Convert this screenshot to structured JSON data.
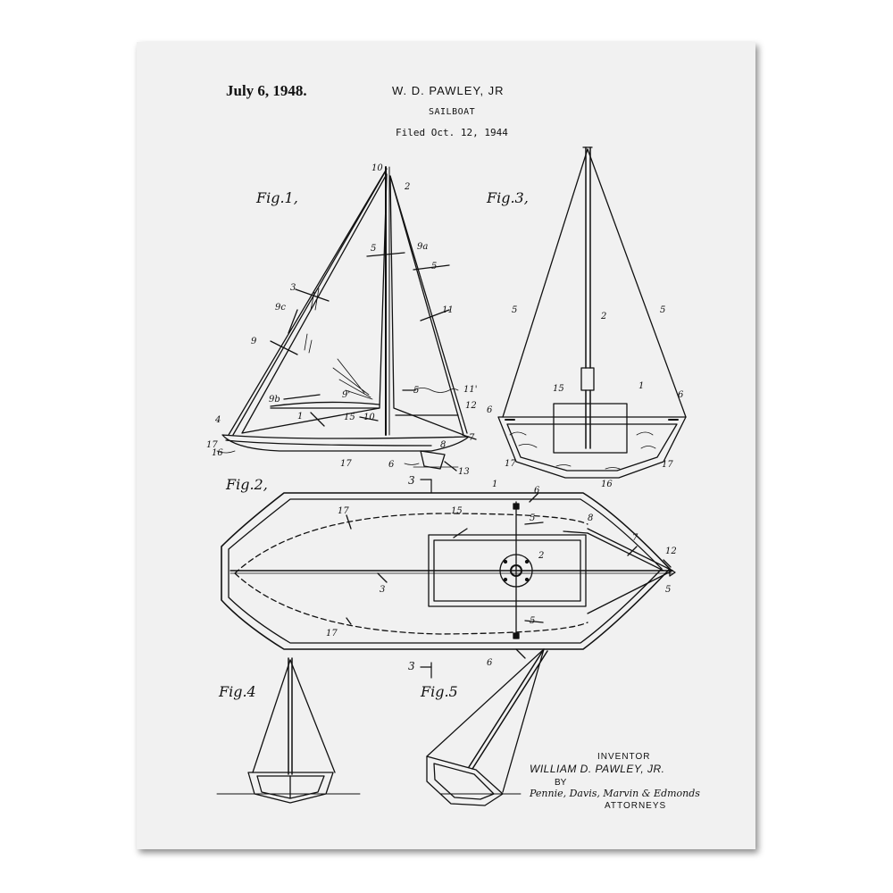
{
  "header": {
    "date": "July 6, 1948.",
    "inventor_name": "W. D. PAWLEY, JR",
    "title": "SAILBOAT",
    "filed": "Filed Oct. 12, 1944"
  },
  "figures": {
    "fig1": "Fig.1,",
    "fig2": "Fig.2,",
    "fig3": "Fig.3,",
    "fig4": "Fig.4",
    "fig5": "Fig.5"
  },
  "section_mark": "3",
  "labels": {
    "l1": "1",
    "l2": "2",
    "l3": "3",
    "l4": "4",
    "l5": "5",
    "l6": "6",
    "l7": "7",
    "l8": "8",
    "l9": "9",
    "l10": "10",
    "l11": "11",
    "l12": "12",
    "l13": "13",
    "l15": "15",
    "l16": "16",
    "l17": "17",
    "l9a": "9a",
    "l9b": "9b",
    "l9c": "9c",
    "l11p": "11'",
    "l9p": "9'"
  },
  "inventor_block": {
    "heading": "INVENTOR",
    "name": "WILLIAM D. PAWLEY, JR.",
    "by": "BY",
    "signature": "Pennie, Davis, Marvin & Edmonds",
    "attorneys": "ATTORNEYS"
  }
}
